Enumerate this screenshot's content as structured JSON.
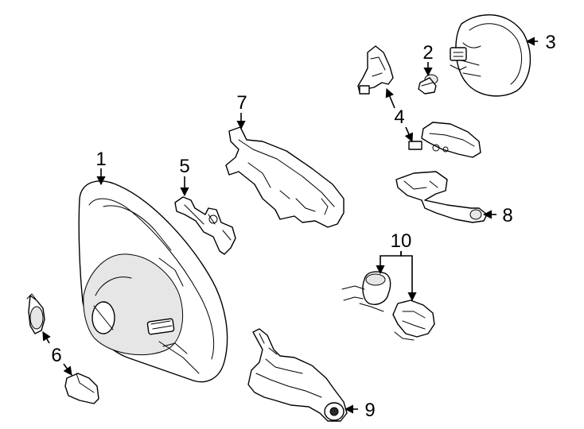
{
  "callouts": [
    {
      "id": "1",
      "label": "1"
    },
    {
      "id": "2",
      "label": "2"
    },
    {
      "id": "3",
      "label": "3"
    },
    {
      "id": "4",
      "label": "4"
    },
    {
      "id": "5",
      "label": "5"
    },
    {
      "id": "6",
      "label": "6"
    },
    {
      "id": "7",
      "label": "7"
    },
    {
      "id": "8",
      "label": "8"
    },
    {
      "id": "9",
      "label": "9"
    },
    {
      "id": "10",
      "label": "10"
    }
  ],
  "colors": {
    "line": "#000000",
    "background": "#ffffff",
    "shade": "#e6e6e6"
  }
}
